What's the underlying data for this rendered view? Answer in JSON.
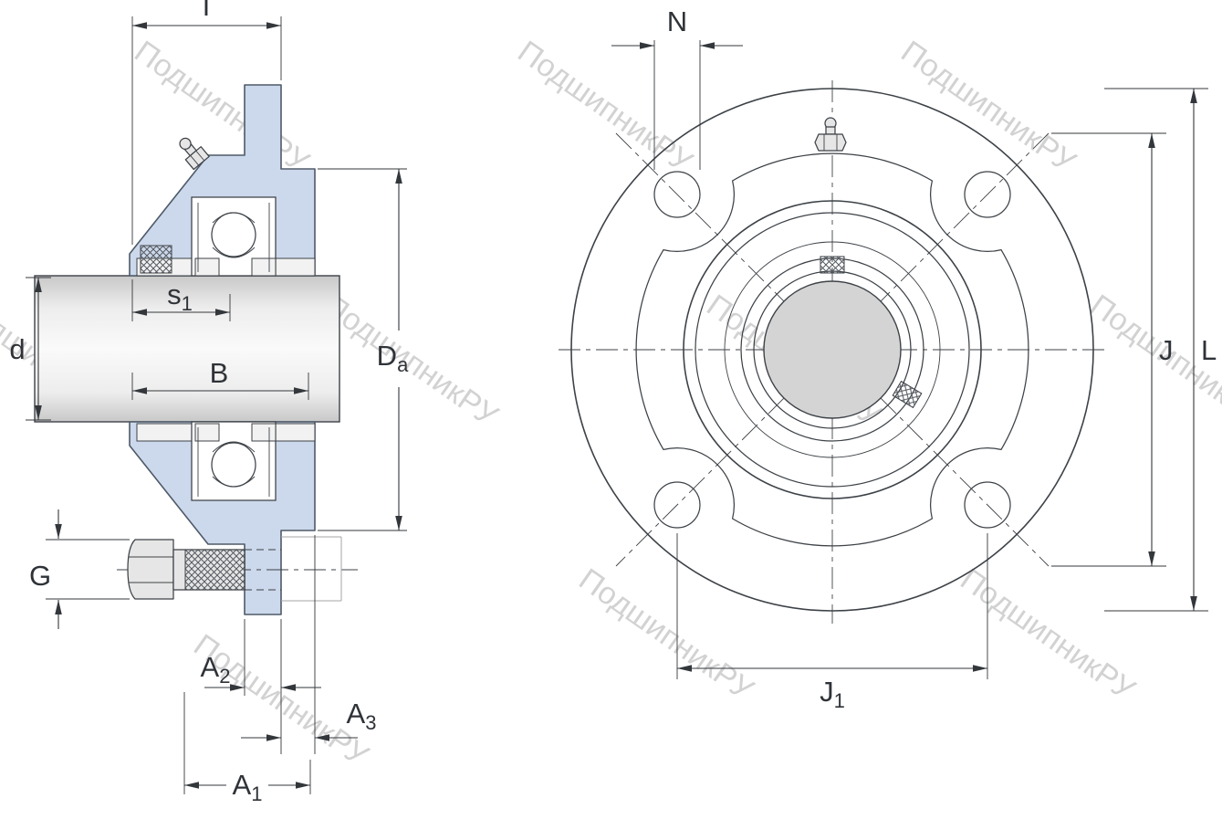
{
  "drawing": {
    "watermark": "ПодшипникРУ",
    "colors": {
      "background": "#ffffff",
      "housing_fill": "#ccd8eb",
      "housing_stroke": "#4e5a68",
      "line": "#3d4247",
      "dim": "#33373b",
      "text": "#2f3338",
      "metal_fill": "#e6e6e6",
      "shaft_dark": "#c8c8c8",
      "shaft_mid": "#ededed",
      "shaft_light": "#fafafa",
      "bore_fill": "#d4d4d4",
      "ghost": "#a6a6a6",
      "watermark": "#c7c7c7"
    },
    "section_view": {
      "labels": {
        "T": "T",
        "s1_base": "s",
        "s1_sub": "1",
        "d": "d",
        "B": "B",
        "Da_base": "D",
        "Da_sub": "a",
        "G": "G",
        "A2_base": "A",
        "A2_sub": "2",
        "A3_base": "A",
        "A3_sub": "3",
        "A1_base": "A",
        "A1_sub": "1"
      }
    },
    "front_view": {
      "labels": {
        "N": "N",
        "J": "J",
        "L": "L",
        "J1_base": "J",
        "J1_sub": "1"
      }
    }
  }
}
